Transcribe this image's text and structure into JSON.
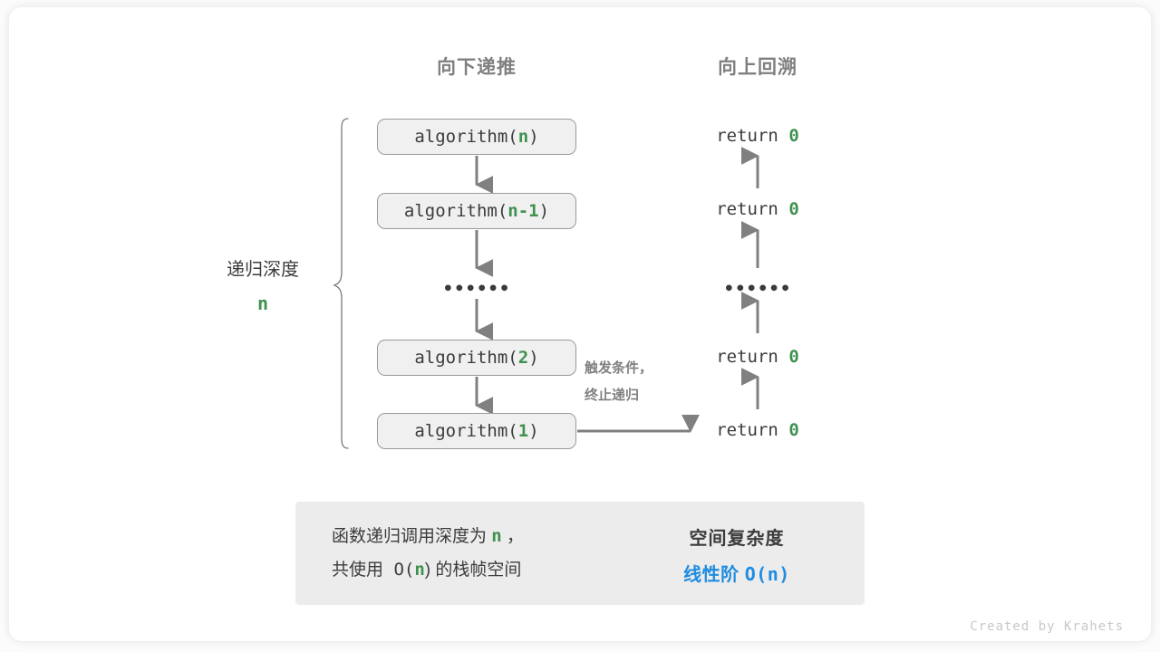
{
  "headers": {
    "down": "向下递推",
    "up": "向上回溯"
  },
  "depth": {
    "label": "递归深度",
    "value": "n"
  },
  "calls": [
    {
      "name": "algorithm(",
      "param": "n",
      "close": ")"
    },
    {
      "name": "algorithm(",
      "param": "n-1",
      "close": ")"
    },
    {
      "name": "algorithm(",
      "param": "2",
      "close": ")"
    },
    {
      "name": "algorithm(",
      "param": "1",
      "close": ")"
    }
  ],
  "returns": [
    {
      "keyword": "return",
      "value": "0"
    },
    {
      "keyword": "return",
      "value": "0"
    },
    {
      "keyword": "return",
      "value": "0"
    },
    {
      "keyword": "return",
      "value": "0"
    }
  ],
  "ellipsis": "••••••",
  "trigger_note": {
    "line1": "触发条件，",
    "line2": "终止递归"
  },
  "summary": {
    "left_line1_a": "函数递归调用深度为 ",
    "left_line1_n": "n",
    "left_line1_b": " ，",
    "left_line2_a": "共使用 O(",
    "left_line2_n": "n",
    "left_line2_b": ") 的栈帧空间",
    "right_title": "空间复杂度",
    "right_value_a": "线性阶 ",
    "right_value_b": "O(n)"
  },
  "credit": "Created by Krahets",
  "colors": {
    "green": "#3f9150",
    "blue": "#1f8ce0",
    "gray_text": "#808080",
    "dark_text": "#3c3c3c",
    "box_fill": "#f0f0f0",
    "box_border": "#9a9a9a",
    "summary_fill": "#ececec",
    "arrow": "#808080"
  }
}
